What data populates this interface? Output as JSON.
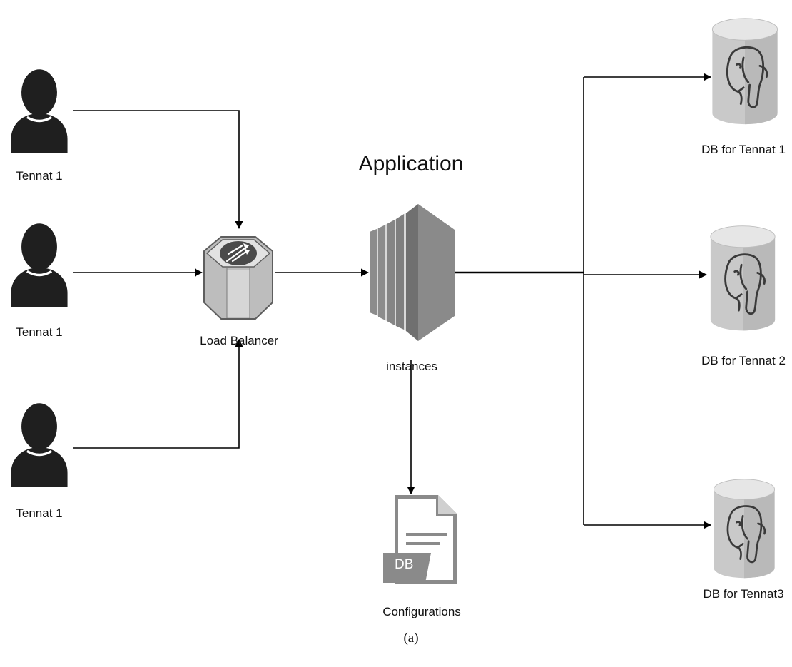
{
  "title": "Application",
  "tenants": [
    {
      "label": "Tennat 1"
    },
    {
      "label": "Tennat 1"
    },
    {
      "label": "Tennat 1"
    }
  ],
  "load_balancer": {
    "label": "Load Balancer",
    "icon": "load-balancer-icon"
  },
  "app_instances": {
    "label": "instances",
    "icon": "server-stack-icon"
  },
  "databases": [
    {
      "label": "DB for Tennat 1",
      "icon": "postgresql-db-icon"
    },
    {
      "label": "DB for Tennat 2",
      "icon": "postgresql-db-icon"
    },
    {
      "label": "DB for Tennat3",
      "icon": "postgresql-db-icon"
    }
  ],
  "config": {
    "label": "Configurations",
    "badge": "DB",
    "icon": "db-config-file-icon"
  },
  "caption": "(a)",
  "colors": {
    "person": "#1f1f1f",
    "db_body": "#c9c9c9",
    "db_top": "#e6e6e6",
    "server": "#7d7d7d",
    "file": "#8a8a8a",
    "connector": "#000000"
  }
}
